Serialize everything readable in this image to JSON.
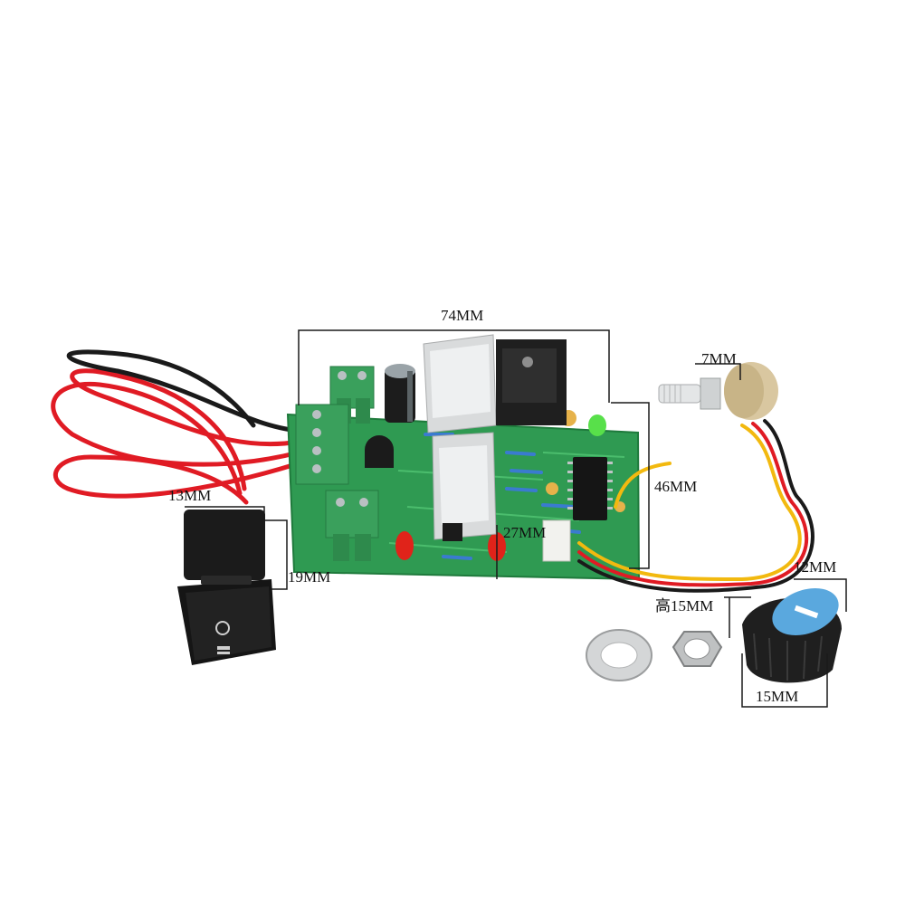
{
  "product": {
    "board": "PWM DC motor speed controller board",
    "switch": "rocker switch",
    "potentiometer": "potentiometer",
    "knob": "knob",
    "washer": "washer",
    "nut": "nut"
  },
  "dimensions": {
    "board_width": "74MM",
    "board_height": "46MM",
    "heatsink_height": "27MM",
    "switch_width": "13MM",
    "switch_height": "19MM",
    "pot_shaft": "7MM",
    "knob_top": "12MM",
    "knob_height": "高15MM",
    "knob_bottom": "15MM"
  },
  "colors": {
    "pcb": "#2f9a52",
    "terminal": "#3aa05c",
    "heatsink": "#d9dbdc",
    "switch": "#1b1b1b",
    "knob_cap": "#5aa8de",
    "wire_red": "#e01b24",
    "wire_black": "#1a1a1a",
    "wire_yellow": "#f2b90f"
  }
}
